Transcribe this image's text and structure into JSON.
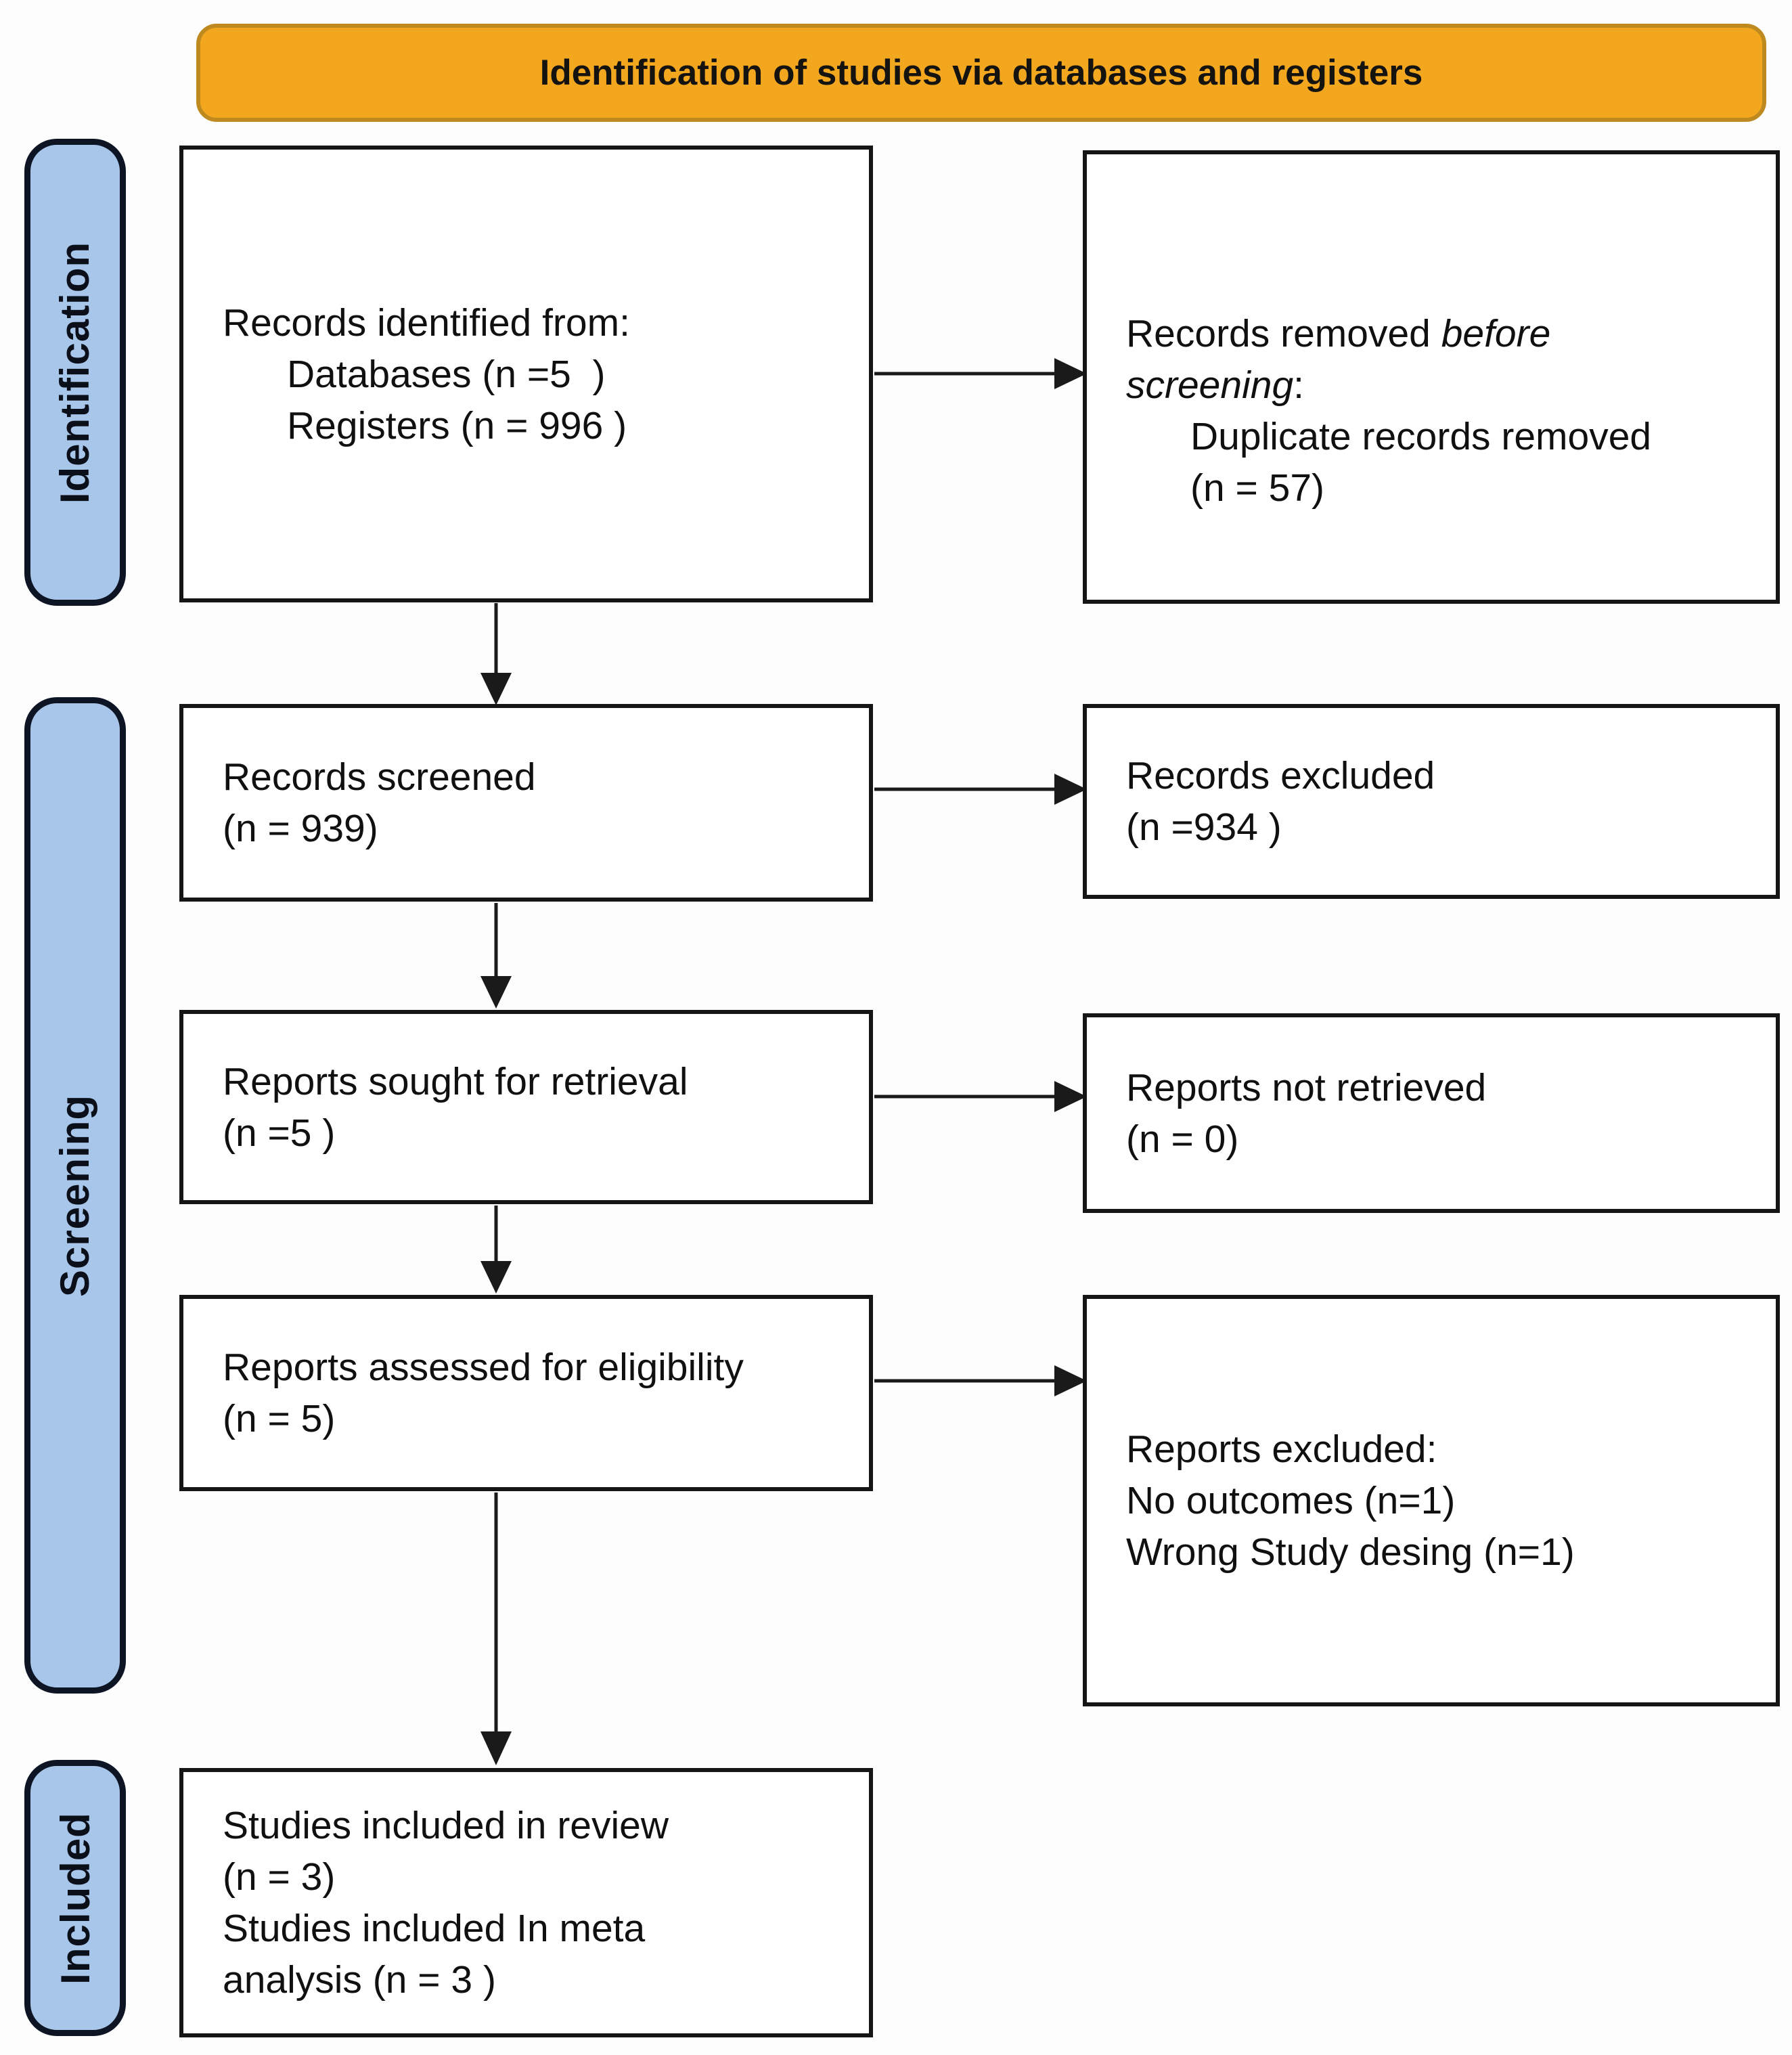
{
  "banner": {
    "label": "Identification of studies via databases and registers"
  },
  "stages": {
    "identification": "Identification",
    "screening": "Screening",
    "included": "Included"
  },
  "boxes": {
    "records_identified": {
      "line1": "Records identified from:",
      "line2": "Databases (n =5  )",
      "line3": "Registers (n = 996 )"
    },
    "records_removed": {
      "line1_normal": "Records removed ",
      "line1_italic": "before",
      "line2_italic": "screening",
      "line2_normal": ":",
      "line3": "Duplicate records removed",
      "line4": "(n = 57)"
    },
    "records_screened": {
      "line1": "Records screened",
      "line2": "(n = 939)"
    },
    "records_excluded": {
      "line1": "Records excluded",
      "line2": "(n =934 )"
    },
    "reports_sought": {
      "line1": "Reports sought for retrieval",
      "line2": "(n =5 )"
    },
    "reports_not_retrieved": {
      "line1": "Reports not retrieved",
      "line2": "(n = 0)"
    },
    "reports_assessed": {
      "line1": "Reports assessed for eligibility",
      "line2": "(n = 5)"
    },
    "reports_excluded": {
      "line1": "Reports excluded:",
      "line2": "No outcomes (n=1)",
      "line3": "Wrong Study desing (n=1)"
    },
    "studies_included": {
      "line1": "Studies included in review",
      "line2": "(n = 3)",
      "line3": "Studies included In meta",
      "line4": "analysis (n = 3 )"
    }
  },
  "colors": {
    "banner_bg": "#F3A71E",
    "banner_border": "#BE8A1F",
    "stage_bg": "#A8C6E9",
    "stage_border": "#0D1525",
    "box_border": "#151515",
    "arrow": "#1A1A1A"
  }
}
